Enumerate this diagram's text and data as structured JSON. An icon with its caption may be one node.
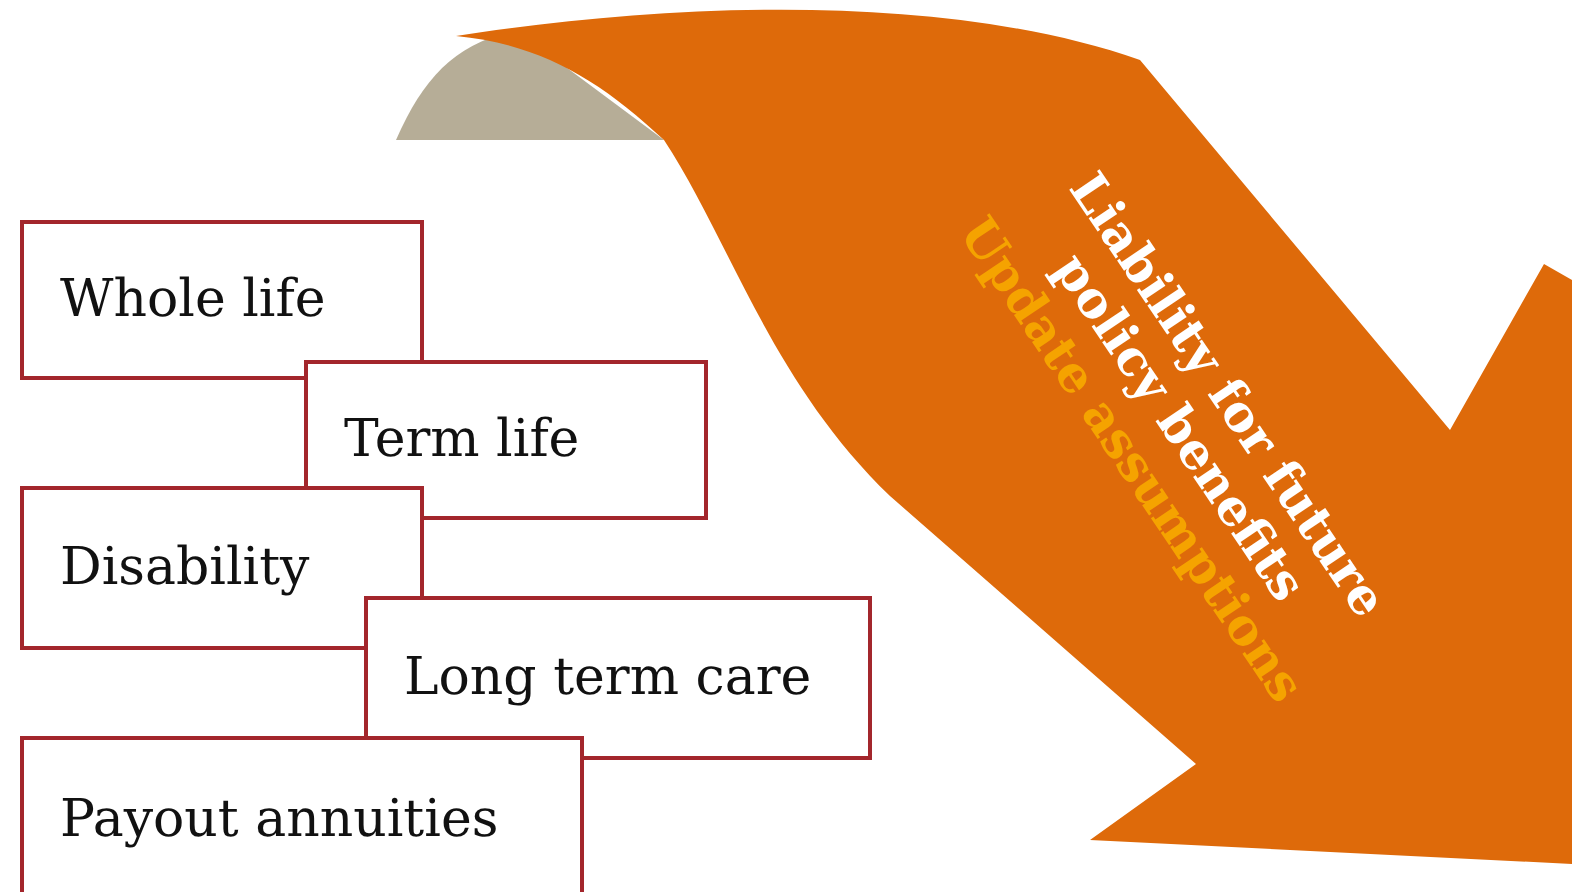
{
  "diagram": {
    "nodes": [
      {
        "text": [
          "Whole life"
        ]
      },
      {
        "text": [
          "Term life"
        ]
      },
      {
        "text": [
          "Disability"
        ]
      },
      {
        "text": [
          "Long term care"
        ]
      },
      {
        "text": [
          "Payout annuities"
        ]
      },
      {
        "text": [
          "Liability for future policy benefits",
          "Update assumptions"
        ]
      }
    ],
    "edges": []
  }
}
